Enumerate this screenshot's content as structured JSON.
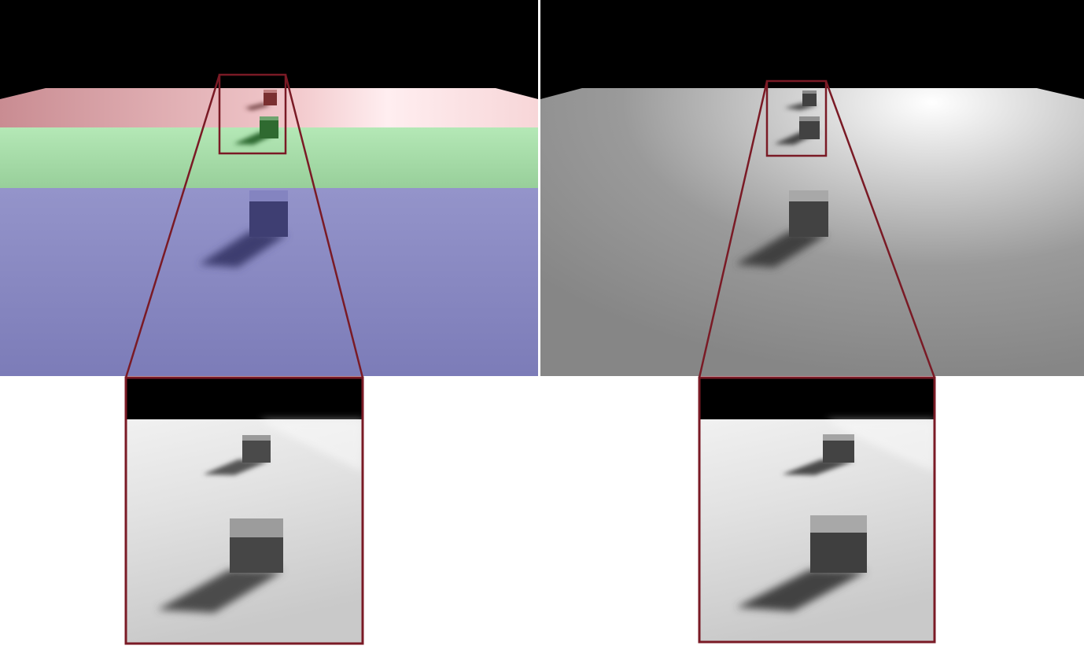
{
  "figure": {
    "panels": [
      {
        "id": "left",
        "floor_style": "cascade-colored",
        "cascade_colors": [
          "#d9a6aa",
          "#a6dca9",
          "#8c8cc4"
        ],
        "inset_caption": ""
      },
      {
        "id": "right",
        "floor_style": "grayscale",
        "cascade_colors": [],
        "inset_caption": ""
      }
    ],
    "highlight_color": "#7a1a25",
    "sky_color": "#000000"
  }
}
